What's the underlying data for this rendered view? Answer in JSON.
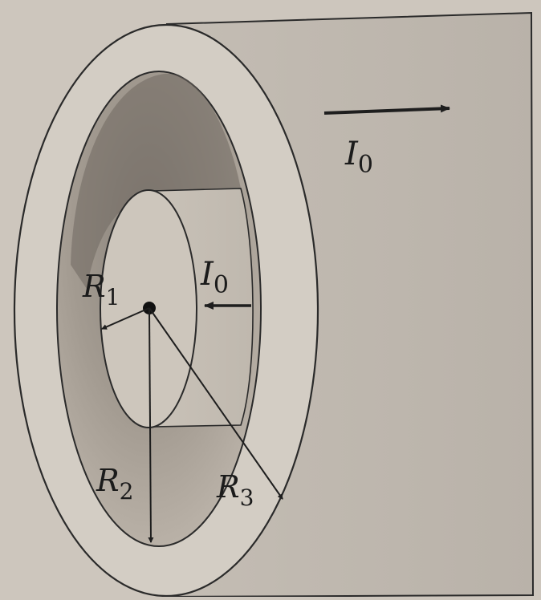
{
  "labels": {
    "outer_current": {
      "symbol": "I",
      "subscript": "0"
    },
    "inner_current": {
      "symbol": "I",
      "subscript": "0"
    },
    "r1": {
      "symbol": "R",
      "subscript": "1"
    },
    "r2": {
      "symbol": "R",
      "subscript": "2"
    },
    "r3": {
      "symbol": "R",
      "subscript": "3"
    }
  },
  "colors": {
    "background": "#cdc6bd",
    "outer_shell_face": "#d6d0c7",
    "cylinder_side": "#c2bbb2",
    "cavity": "#b7afa5",
    "cavity_shadow": "#7f7871",
    "inner_wire_face": "#cfc8be",
    "lines": "#2a2a2a"
  }
}
